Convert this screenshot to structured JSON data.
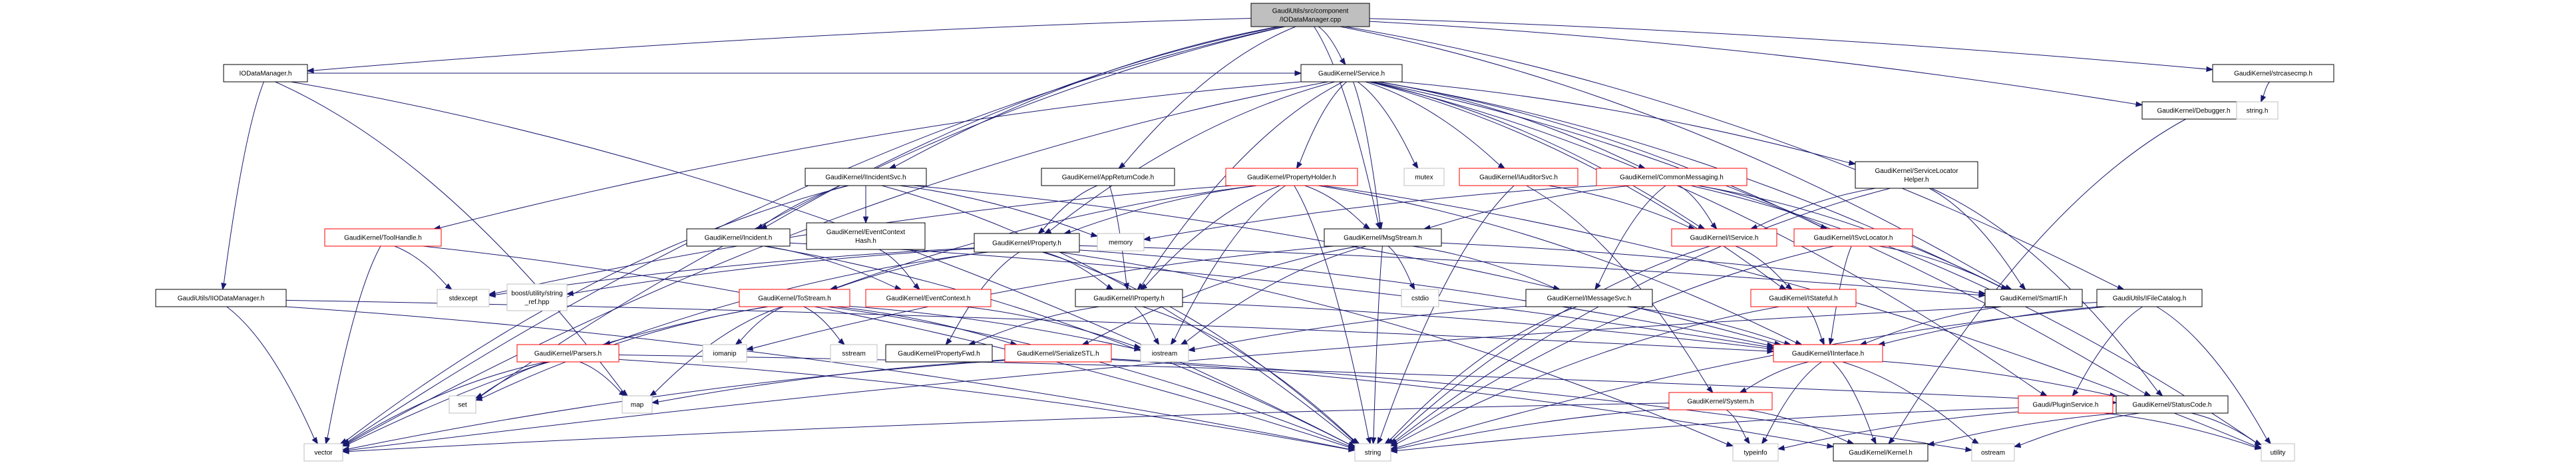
{
  "title": "GaudiUtils/src/component/IODataManager.cpp include dependency graph",
  "colors": {
    "edge": "#191970",
    "root_fill": "#bfbfbf",
    "documented_border": "#000000",
    "truncated_border": "#ff0000",
    "system_border": "#bfbfbf"
  },
  "nodes": [
    {
      "id": "root",
      "label": [
        "GaudiUtils/src/component",
        "/IODataManager.cpp"
      ],
      "kind": "root"
    },
    {
      "id": "iodatamanager_h",
      "label": [
        "IODataManager.h"
      ],
      "kind": "doc"
    },
    {
      "id": "service_h",
      "label": [
        "GaudiKernel/Service.h"
      ],
      "kind": "doc"
    },
    {
      "id": "strcasecmp_h",
      "label": [
        "GaudiKernel/strcasecmp.h"
      ],
      "kind": "doc"
    },
    {
      "id": "debugger_h",
      "label": [
        "GaudiKernel/Debugger.h"
      ],
      "kind": "doc"
    },
    {
      "id": "string_h",
      "label": [
        "string.h"
      ],
      "kind": "sys"
    },
    {
      "id": "iincidentsvc_h",
      "label": [
        "GaudiKernel/IIncidentSvc.h"
      ],
      "kind": "doc"
    },
    {
      "id": "appreturncode_h",
      "label": [
        "GaudiKernel/AppReturnCode.h"
      ],
      "kind": "doc"
    },
    {
      "id": "propertyholder_h",
      "label": [
        "GaudiKernel/PropertyHolder.h"
      ],
      "kind": "trunc"
    },
    {
      "id": "mutex",
      "label": [
        "mutex"
      ],
      "kind": "sys"
    },
    {
      "id": "iauditorsvc_h",
      "label": [
        "GaudiKernel/IAuditorSvc.h"
      ],
      "kind": "trunc"
    },
    {
      "id": "commonmessaging_h",
      "label": [
        "GaudiKernel/CommonMessaging.h"
      ],
      "kind": "trunc"
    },
    {
      "id": "servicelocatorhelper_h",
      "label": [
        "GaudiKernel/ServiceLocator",
        "Helper.h"
      ],
      "kind": "doc"
    },
    {
      "id": "toolhandle_h",
      "label": [
        "GaudiKernel/ToolHandle.h"
      ],
      "kind": "trunc"
    },
    {
      "id": "incident_h",
      "label": [
        "GaudiKernel/Incident.h"
      ],
      "kind": "doc"
    },
    {
      "id": "eventcontexthash_h",
      "label": [
        "GaudiKernel/EventContext",
        "Hash.h"
      ],
      "kind": "doc"
    },
    {
      "id": "property_h",
      "label": [
        "GaudiKernel/Property.h"
      ],
      "kind": "doc"
    },
    {
      "id": "memory",
      "label": [
        "memory"
      ],
      "kind": "sys"
    },
    {
      "id": "msgstream_h",
      "label": [
        "GaudiKernel/MsgStream.h"
      ],
      "kind": "doc"
    },
    {
      "id": "iservice_h",
      "label": [
        "GaudiKernel/IService.h"
      ],
      "kind": "trunc"
    },
    {
      "id": "isvclocator_h",
      "label": [
        "GaudiKernel/ISvcLocator.h"
      ],
      "kind": "trunc"
    },
    {
      "id": "iiodatamanager_h",
      "label": [
        "GaudiUtils/IIODataManager.h"
      ],
      "kind": "doc"
    },
    {
      "id": "stdexcept",
      "label": [
        "stdexcept"
      ],
      "kind": "sys"
    },
    {
      "id": "string_ref_hpp",
      "label": [
        "boost/utility/string",
        "_ref.hpp"
      ],
      "kind": "sys"
    },
    {
      "id": "tostream_h",
      "label": [
        "GaudiKernel/ToStream.h"
      ],
      "kind": "trunc"
    },
    {
      "id": "eventcontext_h",
      "label": [
        "GaudiKernel/EventContext.h"
      ],
      "kind": "trunc"
    },
    {
      "id": "iproperty_h",
      "label": [
        "GaudiKernel/IProperty.h"
      ],
      "kind": "doc"
    },
    {
      "id": "cstdio",
      "label": [
        "cstdio"
      ],
      "kind": "sys"
    },
    {
      "id": "imessagesvc_h",
      "label": [
        "GaudiKernel/IMessageSvc.h"
      ],
      "kind": "doc"
    },
    {
      "id": "istateful_h",
      "label": [
        "GaudiKernel/IStateful.h"
      ],
      "kind": "trunc"
    },
    {
      "id": "smartif_h",
      "label": [
        "GaudiKernel/SmartIF.h"
      ],
      "kind": "doc"
    },
    {
      "id": "ifilecatalog_h",
      "label": [
        "GaudiUtils/IFileCatalog.h"
      ],
      "kind": "doc"
    },
    {
      "id": "parsers_h",
      "label": [
        "GaudiKernel/Parsers.h"
      ],
      "kind": "trunc"
    },
    {
      "id": "iomanip",
      "label": [
        "iomanip"
      ],
      "kind": "sys"
    },
    {
      "id": "sstream",
      "label": [
        "sstream"
      ],
      "kind": "sys"
    },
    {
      "id": "propertyfwd_h",
      "label": [
        "GaudiKernel/PropertyFwd.h"
      ],
      "kind": "doc"
    },
    {
      "id": "serializestl_h",
      "label": [
        "GaudiKernel/SerializeSTL.h"
      ],
      "kind": "trunc"
    },
    {
      "id": "iostream",
      "label": [
        "iostream"
      ],
      "kind": "sys"
    },
    {
      "id": "iinterface_h",
      "label": [
        "GaudiKernel/IInterface.h"
      ],
      "kind": "trunc"
    },
    {
      "id": "set",
      "label": [
        "set"
      ],
      "kind": "sys"
    },
    {
      "id": "map",
      "label": [
        "map"
      ],
      "kind": "sys"
    },
    {
      "id": "system_h",
      "label": [
        "GaudiKernel/System.h"
      ],
      "kind": "trunc"
    },
    {
      "id": "pluginservice_h",
      "label": [
        "Gaudi/PluginService.h"
      ],
      "kind": "trunc"
    },
    {
      "id": "statuscode_h",
      "label": [
        "GaudiKernel/StatusCode.h"
      ],
      "kind": "doc"
    },
    {
      "id": "vector",
      "label": [
        "vector"
      ],
      "kind": "sys"
    },
    {
      "id": "string",
      "label": [
        "string"
      ],
      "kind": "sys"
    },
    {
      "id": "typeinfo",
      "label": [
        "typeinfo"
      ],
      "kind": "sys"
    },
    {
      "id": "kernel_h",
      "label": [
        "GaudiKernel/Kernel.h"
      ],
      "kind": "doc"
    },
    {
      "id": "ostream",
      "label": [
        "ostream"
      ],
      "kind": "sys"
    },
    {
      "id": "utility",
      "label": [
        "utility"
      ],
      "kind": "sys"
    }
  ],
  "edges": [
    [
      "root",
      "iodatamanager_h"
    ],
    [
      "root",
      "service_h"
    ],
    [
      "root",
      "strcasecmp_h"
    ],
    [
      "root",
      "debugger_h"
    ],
    [
      "root",
      "iincidentsvc_h"
    ],
    [
      "root",
      "appreturncode_h"
    ],
    [
      "root",
      "msgstream_h"
    ],
    [
      "root",
      "incident_h"
    ],
    [
      "root",
      "smartif_h"
    ],
    [
      "root",
      "ifilecatalog_h"
    ],
    [
      "root",
      "vector"
    ],
    [
      "root",
      "set"
    ],
    [
      "iodatamanager_h",
      "service_h"
    ],
    [
      "iodatamanager_h",
      "iiodatamanager_h"
    ],
    [
      "iodatamanager_h",
      "string"
    ],
    [
      "iodatamanager_h",
      "map"
    ],
    [
      "strcasecmp_h",
      "string_h"
    ],
    [
      "debugger_h",
      "kernel_h"
    ],
    [
      "service_h",
      "propertyholder_h"
    ],
    [
      "service_h",
      "mutex"
    ],
    [
      "service_h",
      "iauditorsvc_h"
    ],
    [
      "service_h",
      "commonmessaging_h"
    ],
    [
      "service_h",
      "servicelocatorhelper_h"
    ],
    [
      "service_h",
      "toolhandle_h"
    ],
    [
      "service_h",
      "property_h"
    ],
    [
      "service_h",
      "msgstream_h"
    ],
    [
      "service_h",
      "iservice_h"
    ],
    [
      "service_h",
      "isvclocator_h"
    ],
    [
      "service_h",
      "istateful_h"
    ],
    [
      "service_h",
      "smartif_h"
    ],
    [
      "service_h",
      "iproperty_h"
    ],
    [
      "service_h",
      "pluginservice_h"
    ],
    [
      "service_h",
      "statuscode_h"
    ],
    [
      "service_h",
      "vector"
    ],
    [
      "iincidentsvc_h",
      "incident_h"
    ],
    [
      "iincidentsvc_h",
      "eventcontexthash_h"
    ],
    [
      "iincidentsvc_h",
      "memory"
    ],
    [
      "iincidentsvc_h",
      "iinterface_h"
    ],
    [
      "iincidentsvc_h",
      "vector"
    ],
    [
      "iincidentsvc_h",
      "string"
    ],
    [
      "appreturncode_h",
      "property_h"
    ],
    [
      "appreturncode_h",
      "iproperty_h"
    ],
    [
      "propertyholder_h",
      "property_h"
    ],
    [
      "propertyholder_h",
      "iproperty_h"
    ],
    [
      "propertyholder_h",
      "msgstream_h"
    ],
    [
      "propertyholder_h",
      "iinterface_h"
    ],
    [
      "propertyholder_h",
      "string"
    ],
    [
      "propertyholder_h",
      "iostream"
    ],
    [
      "propertyholder_h",
      "stdexcept"
    ],
    [
      "propertyholder_h",
      "utility"
    ],
    [
      "propertyholder_h",
      "tostream_h"
    ],
    [
      "iauditorsvc_h",
      "iservice_h"
    ],
    [
      "iauditorsvc_h",
      "system_h"
    ],
    [
      "iauditorsvc_h",
      "string"
    ],
    [
      "commonmessaging_h",
      "msgstream_h"
    ],
    [
      "commonmessaging_h",
      "imessagesvc_h"
    ],
    [
      "commonmessaging_h",
      "iservice_h"
    ],
    [
      "commonmessaging_h",
      "isvclocator_h"
    ],
    [
      "commonmessaging_h",
      "smartif_h"
    ],
    [
      "commonmessaging_h",
      "memory"
    ],
    [
      "commonmessaging_h",
      "utility"
    ],
    [
      "servicelocatorhelper_h",
      "iservice_h"
    ],
    [
      "servicelocatorhelper_h",
      "smartif_h"
    ],
    [
      "servicelocatorhelper_h",
      "string"
    ],
    [
      "servicelocatorhelper_h",
      "statuscode_h"
    ],
    [
      "toolhandle_h",
      "stdexcept"
    ],
    [
      "toolhandle_h",
      "vector"
    ],
    [
      "toolhandle_h",
      "string"
    ],
    [
      "incident_h",
      "eventcontext_h"
    ],
    [
      "incident_h",
      "string"
    ],
    [
      "incident_h",
      "iinterface_h"
    ],
    [
      "eventcontexthash_h",
      "eventcontext_h"
    ],
    [
      "property_h",
      "iproperty_h"
    ],
    [
      "property_h",
      "propertyfwd_h"
    ],
    [
      "property_h",
      "tostream_h"
    ],
    [
      "property_h",
      "parsers_h"
    ],
    [
      "property_h",
      "string_ref_hpp"
    ],
    [
      "property_h",
      "stdexcept"
    ],
    [
      "property_h",
      "string"
    ],
    [
      "property_h",
      "smartif_h"
    ],
    [
      "property_h",
      "iinterface_h"
    ],
    [
      "property_h",
      "typeinfo"
    ],
    [
      "msgstream_h",
      "imessagesvc_h"
    ],
    [
      "msgstream_h",
      "serializestl_h"
    ],
    [
      "msgstream_h",
      "cstdio"
    ],
    [
      "msgstream_h",
      "string"
    ],
    [
      "msgstream_h",
      "iomanip"
    ],
    [
      "msgstream_h",
      "iostream"
    ],
    [
      "msgstream_h",
      "smartif_h"
    ],
    [
      "iservice_h",
      "istateful_h"
    ],
    [
      "iservice_h",
      "string"
    ],
    [
      "isvclocator_h",
      "smartif_h"
    ],
    [
      "isvclocator_h",
      "iinterface_h"
    ],
    [
      "isvclocator_h",
      "string"
    ],
    [
      "iiodatamanager_h",
      "iinterface_h"
    ],
    [
      "iiodatamanager_h",
      "vector"
    ],
    [
      "iiodatamanager_h",
      "string"
    ],
    [
      "tostream_h",
      "iomanip"
    ],
    [
      "tostream_h",
      "sstream"
    ],
    [
      "tostream_h",
      "serializestl_h"
    ],
    [
      "tostream_h",
      "map"
    ],
    [
      "tostream_h",
      "set"
    ],
    [
      "tostream_h",
      "vector"
    ],
    [
      "tostream_h",
      "string"
    ],
    [
      "tostream_h",
      "iostream"
    ],
    [
      "eventcontext_h",
      "iostream"
    ],
    [
      "iproperty_h",
      "propertyfwd_h"
    ],
    [
      "iproperty_h",
      "iinterface_h"
    ],
    [
      "iproperty_h",
      "iostream"
    ],
    [
      "iproperty_h",
      "string"
    ],
    [
      "imessagesvc_h",
      "iinterface_h"
    ],
    [
      "imessagesvc_h",
      "iostream"
    ],
    [
      "imessagesvc_h",
      "string"
    ],
    [
      "istateful_h",
      "iinterface_h"
    ],
    [
      "istateful_h",
      "string"
    ],
    [
      "smartif_h",
      "iinterface_h"
    ],
    [
      "ifilecatalog_h",
      "iinterface_h"
    ],
    [
      "ifilecatalog_h",
      "pluginservice_h"
    ],
    [
      "ifilecatalog_h",
      "utility"
    ],
    [
      "ifilecatalog_h",
      "string"
    ],
    [
      "ifilecatalog_h",
      "vector"
    ],
    [
      "parsers_h",
      "set"
    ],
    [
      "parsers_h",
      "map"
    ],
    [
      "parsers_h",
      "vector"
    ],
    [
      "parsers_h",
      "string"
    ],
    [
      "parsers_h",
      "statuscode_h"
    ],
    [
      "serializestl_h",
      "map"
    ],
    [
      "serializestl_h",
      "vector"
    ],
    [
      "serializestl_h",
      "kernel_h"
    ],
    [
      "serializestl_h",
      "ostream"
    ],
    [
      "iinterface_h",
      "system_h"
    ],
    [
      "iinterface_h",
      "typeinfo"
    ],
    [
      "iinterface_h",
      "kernel_h"
    ],
    [
      "iinterface_h",
      "statuscode_h"
    ],
    [
      "iinterface_h",
      "ostream"
    ],
    [
      "system_h",
      "kernel_h"
    ],
    [
      "system_h",
      "typeinfo"
    ],
    [
      "system_h",
      "string"
    ],
    [
      "system_h",
      "vector"
    ],
    [
      "pluginservice_h",
      "string"
    ],
    [
      "pluginservice_h",
      "typeinfo"
    ],
    [
      "pluginservice_h",
      "utility"
    ],
    [
      "statuscode_h",
      "kernel_h"
    ],
    [
      "statuscode_h",
      "ostream"
    ],
    [
      "statuscode_h",
      "utility"
    ]
  ]
}
